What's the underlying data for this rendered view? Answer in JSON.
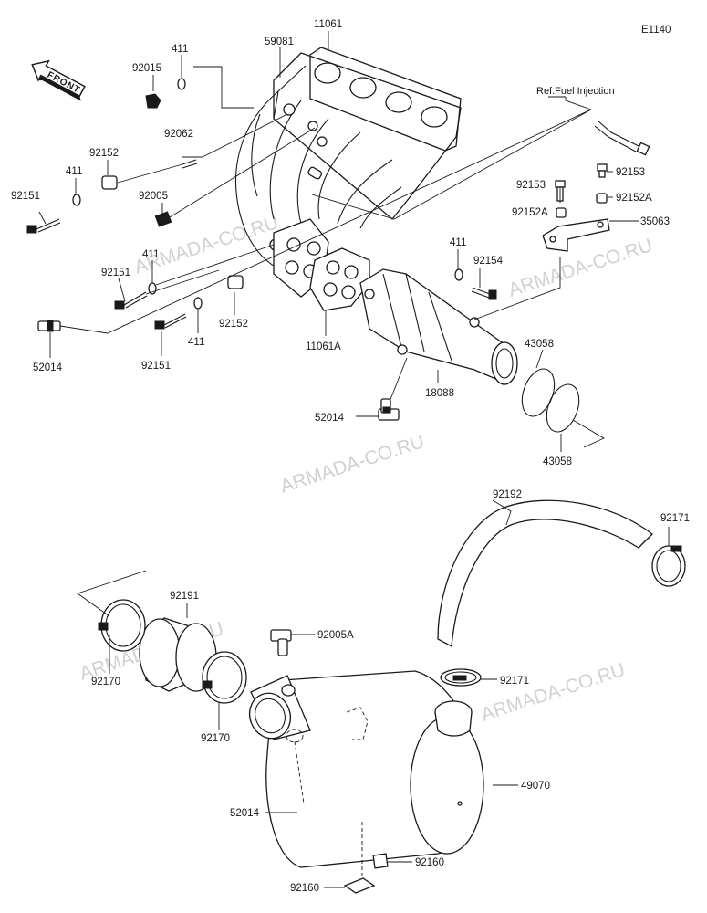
{
  "diagram_code": "E1140",
  "front_label": "FRONT",
  "reference_note": "Ref.Fuel Injection",
  "watermark": "ARMADA-CO.RU",
  "parts": {
    "p11061": "11061",
    "p59081": "59081",
    "p411_a": "411",
    "p92015": "92015",
    "p92062": "92062",
    "p92152_a": "92152",
    "p411_b": "411",
    "p92151_a": "92151",
    "p92005": "92005",
    "p411_c": "411",
    "p92151_b": "92151",
    "p92152_b": "92152",
    "p411_d": "411",
    "p92151_c": "92151",
    "p52014_a": "52014",
    "p11061A": "11061A",
    "p92153_a": "92153",
    "p92153_b": "92153",
    "p92152A_a": "92152A",
    "p92152A_b": "92152A",
    "p35063": "35063",
    "p411_e": "411",
    "p92154": "92154",
    "p43058_a": "43058",
    "p43058_b": "43058",
    "p18088": "18088",
    "p52014_b": "52014",
    "p92192": "92192",
    "p92171_a": "92171",
    "p92171_b": "92171",
    "p92191": "92191",
    "p92005A": "92005A",
    "p92170_a": "92170",
    "p92170_b": "92170",
    "p49070": "49070",
    "p52014_c": "52014",
    "p92160_a": "92160",
    "p92160_b": "92160"
  }
}
